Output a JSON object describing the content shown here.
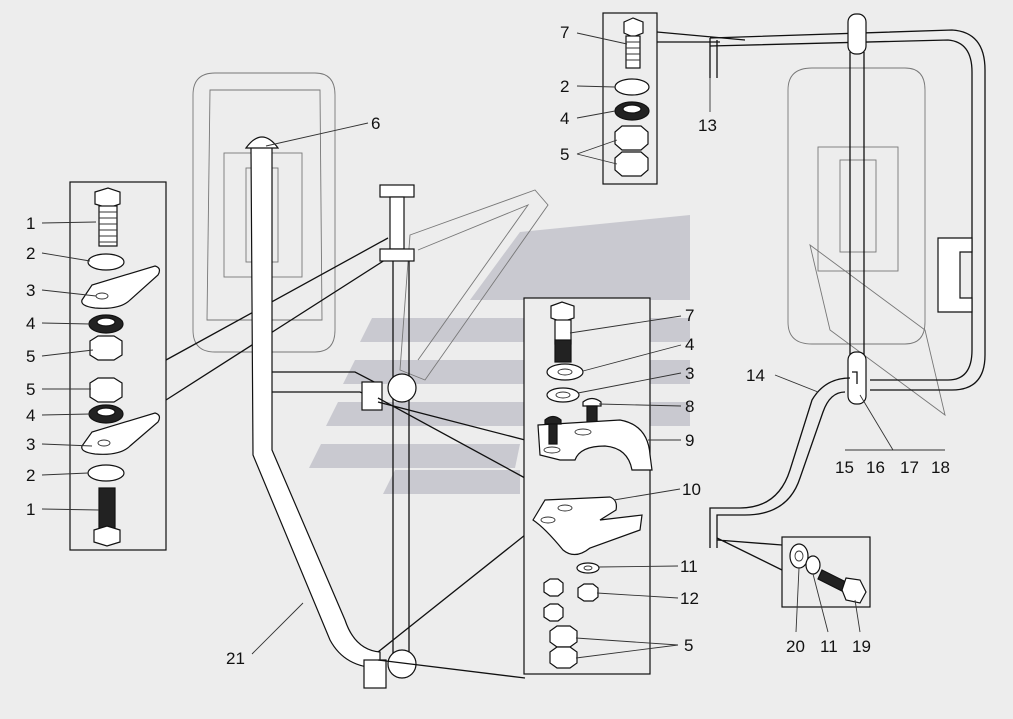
{
  "colors": {
    "background": "#ededed",
    "line": "#111111",
    "watermark": "#c9c9d0"
  },
  "callouts": [
    {
      "id": "c1a",
      "text": "1"
    },
    {
      "id": "c2a",
      "text": "2"
    },
    {
      "id": "c3a",
      "text": "3"
    },
    {
      "id": "c4a",
      "text": "4"
    },
    {
      "id": "c5a",
      "text": "5"
    },
    {
      "id": "c5b",
      "text": "5"
    },
    {
      "id": "c4b",
      "text": "4"
    },
    {
      "id": "c3b",
      "text": "3"
    },
    {
      "id": "c2b",
      "text": "2"
    },
    {
      "id": "c1b",
      "text": "1"
    },
    {
      "id": "c6",
      "text": "6"
    },
    {
      "id": "c7a",
      "text": "7"
    },
    {
      "id": "c2c",
      "text": "2"
    },
    {
      "id": "c4c",
      "text": "4"
    },
    {
      "id": "c5c",
      "text": "5"
    },
    {
      "id": "c13",
      "text": "13"
    },
    {
      "id": "c7b",
      "text": "7"
    },
    {
      "id": "c4d",
      "text": "4"
    },
    {
      "id": "c3c",
      "text": "3"
    },
    {
      "id": "c8",
      "text": "8"
    },
    {
      "id": "c9",
      "text": "9"
    },
    {
      "id": "c10",
      "text": "10"
    },
    {
      "id": "c11a",
      "text": "11"
    },
    {
      "id": "c12",
      "text": "12"
    },
    {
      "id": "c5d",
      "text": "5"
    },
    {
      "id": "c14",
      "text": "14"
    },
    {
      "id": "c15",
      "text": "15"
    },
    {
      "id": "c16",
      "text": "16"
    },
    {
      "id": "c17",
      "text": "17"
    },
    {
      "id": "c18",
      "text": "18"
    },
    {
      "id": "c20",
      "text": "20"
    },
    {
      "id": "c11b",
      "text": "11"
    },
    {
      "id": "c19",
      "text": "19"
    },
    {
      "id": "c21",
      "text": "21"
    }
  ]
}
